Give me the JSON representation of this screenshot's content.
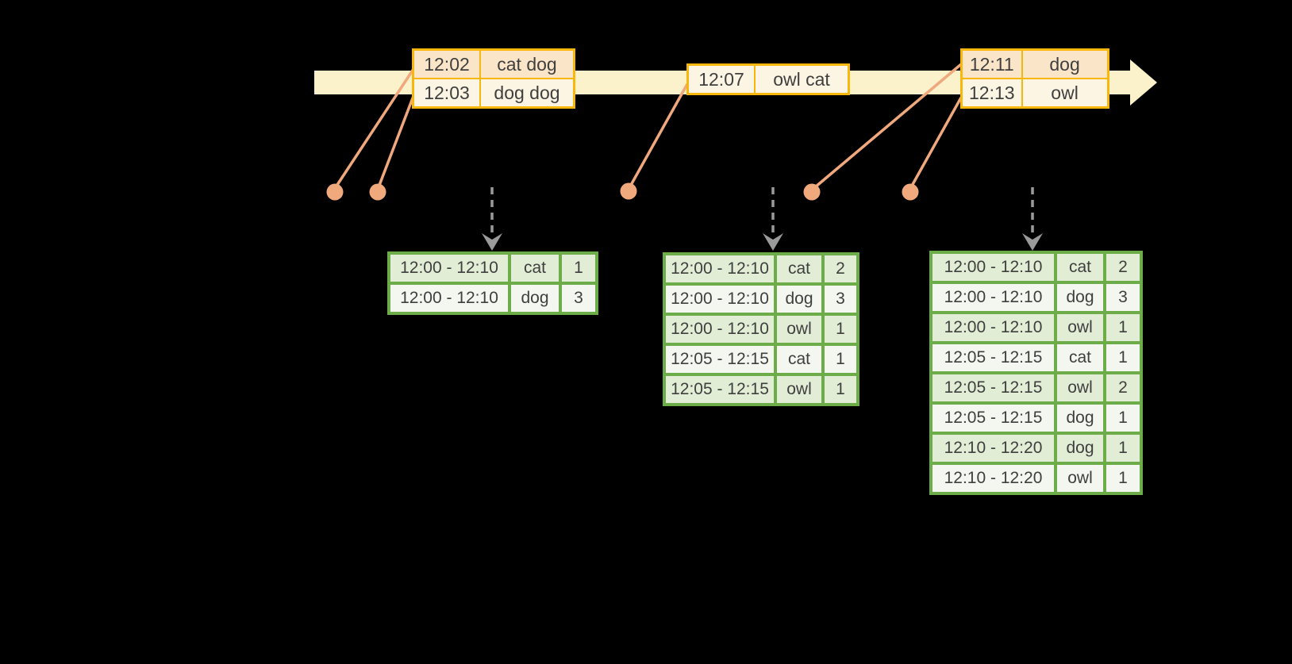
{
  "colors": {
    "background": "#000000",
    "timeline_fill": "#FBF1CB",
    "event_table_border": "#F8B70C",
    "event_row_peach": "#FAE5C9",
    "event_row_cream": "#FDF5E3",
    "connector_salmon": "#F0A87D",
    "result_table_border": "#6CAD49",
    "result_row_tint": "#E2EDD6",
    "result_row_light": "#F3F7EF",
    "trigger_arrow_gray": "#9A9A9A",
    "text": "#3F3F3F"
  },
  "event_tables": [
    {
      "rows": [
        {
          "time": "12:02",
          "words": "cat dog"
        },
        {
          "time": "12:03",
          "words": "dog dog"
        }
      ]
    },
    {
      "rows": [
        {
          "time": "12:07",
          "words": "owl cat"
        }
      ]
    },
    {
      "rows": [
        {
          "time": "12:11",
          "words": "dog"
        },
        {
          "time": "12:13",
          "words": "owl"
        }
      ]
    }
  ],
  "result_tables": [
    {
      "rows": [
        {
          "window": "12:00 - 12:10",
          "word": "cat",
          "count": "1"
        },
        {
          "window": "12:00 - 12:10",
          "word": "dog",
          "count": "3"
        }
      ]
    },
    {
      "rows": [
        {
          "window": "12:00 - 12:10",
          "word": "cat",
          "count": "2"
        },
        {
          "window": "12:00 - 12:10",
          "word": "dog",
          "count": "3"
        },
        {
          "window": "12:00 - 12:10",
          "word": "owl",
          "count": "1"
        },
        {
          "window": "12:05 - 12:15",
          "word": "cat",
          "count": "1"
        },
        {
          "window": "12:05 - 12:15",
          "word": "owl",
          "count": "1"
        }
      ]
    },
    {
      "rows": [
        {
          "window": "12:00 - 12:10",
          "word": "cat",
          "count": "2"
        },
        {
          "window": "12:00 - 12:10",
          "word": "dog",
          "count": "3"
        },
        {
          "window": "12:00 - 12:10",
          "word": "owl",
          "count": "1"
        },
        {
          "window": "12:05 - 12:15",
          "word": "cat",
          "count": "1"
        },
        {
          "window": "12:05 - 12:15",
          "word": "owl",
          "count": "2"
        },
        {
          "window": "12:05 - 12:15",
          "word": "dog",
          "count": "1"
        },
        {
          "window": "12:10 - 12:20",
          "word": "dog",
          "count": "1"
        },
        {
          "window": "12:10 - 12:20",
          "word": "owl",
          "count": "1"
        }
      ]
    }
  ]
}
